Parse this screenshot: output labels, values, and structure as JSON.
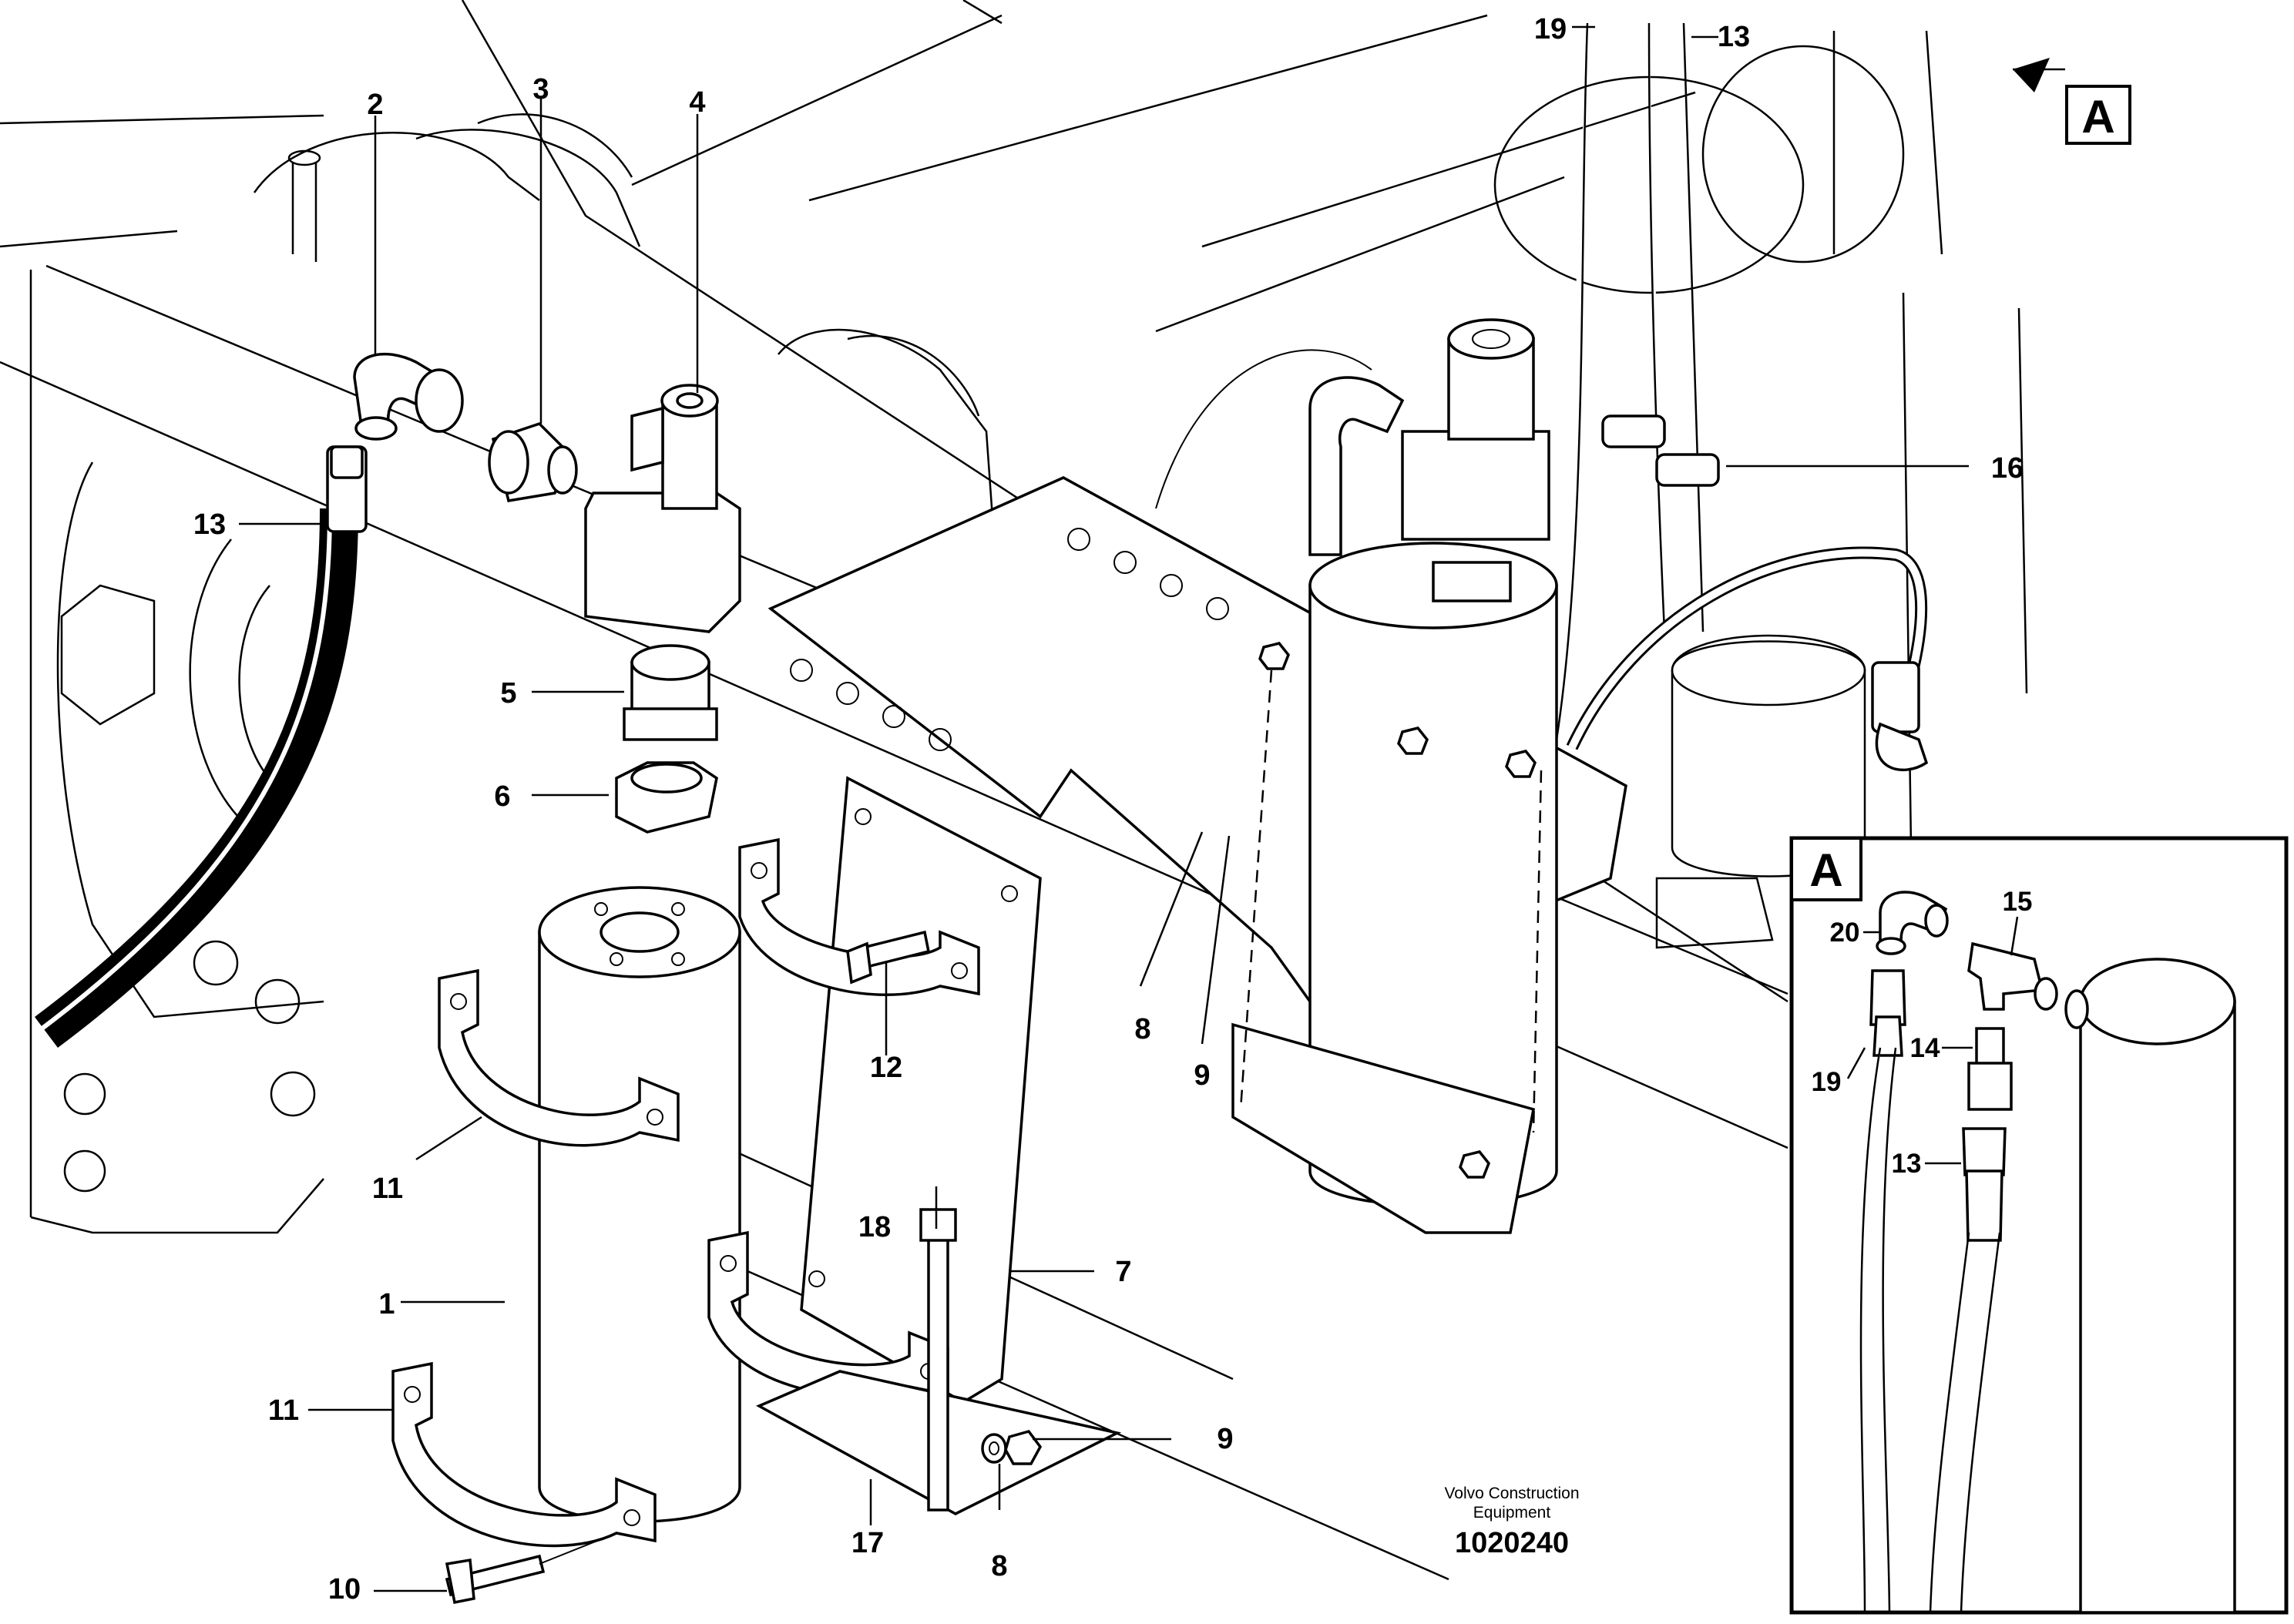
{
  "callouts": {
    "c1": "1",
    "c2": "2",
    "c3": "3",
    "c4": "4",
    "c5": "5",
    "c6": "6",
    "c7": "7",
    "c8a": "8",
    "c8b": "8",
    "c9a": "9",
    "c9b": "9",
    "c10": "10",
    "c11a": "11",
    "c11b": "11",
    "c12": "12",
    "c13a": "13",
    "c13b": "13",
    "c16": "16",
    "c17": "17",
    "c18": "18",
    "c19": "19"
  },
  "view_marker": "A",
  "detail_view": {
    "title": "A",
    "callouts": {
      "c13": "13",
      "c14": "14",
      "c15": "15",
      "c19": "19",
      "c20": "20"
    }
  },
  "footer": {
    "line1": "Volvo Construction",
    "line2": "Equipment",
    "drawing_number": "1020240"
  }
}
